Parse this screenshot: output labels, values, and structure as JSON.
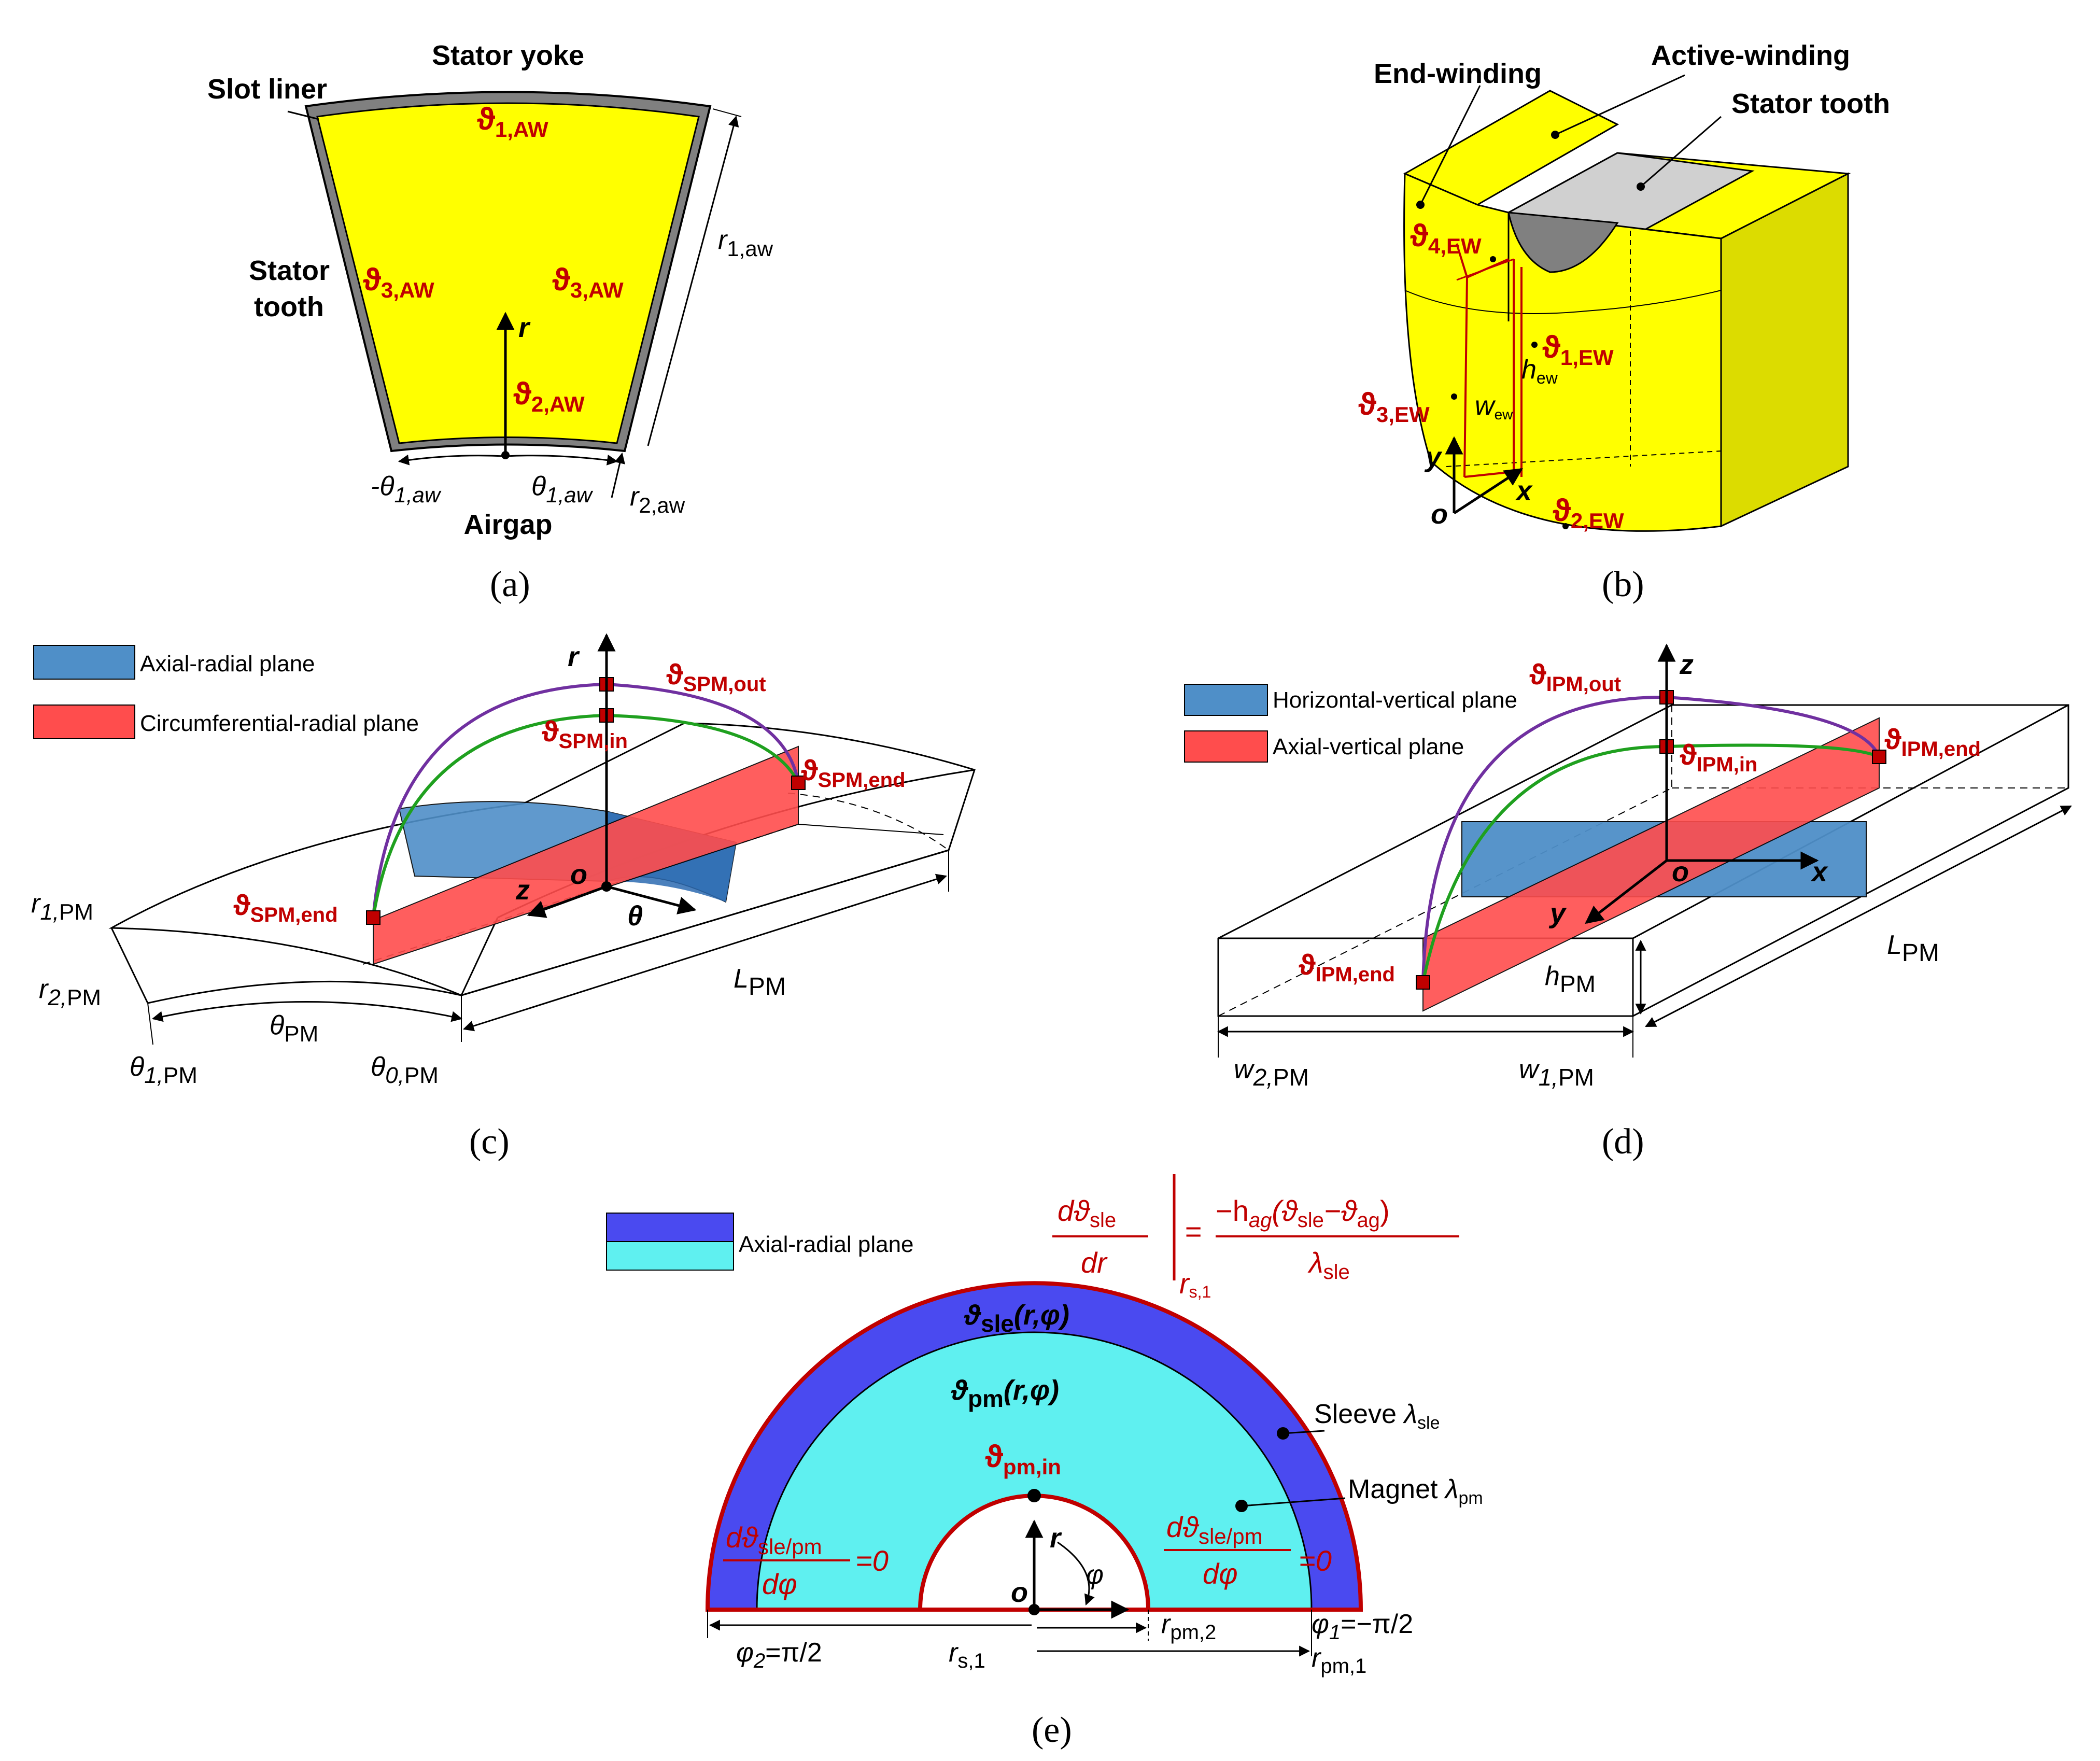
{
  "colors": {
    "winding_yellow": "#ffff00",
    "tooth_gray": "#d0d0d0",
    "temp_red": "#c00000",
    "axial_radial_blue": "#4f8fc8",
    "circ_radial_red": "#ff4d4d",
    "sleeve_blue": "#4a4af0",
    "magnet_cyan": "#5ff0f0",
    "purple_arc": "#7030a0",
    "green_arc": "#1fa01f"
  },
  "panel_a": {
    "caption": "(a)",
    "stator_yoke": "Stator yoke",
    "slot_liner": "Slot liner",
    "stator_tooth_1": "Stator",
    "stator_tooth_2": "tooth",
    "airgap": "Airgap",
    "t1_sym": "ϑ",
    "t1_sub": "1,AW",
    "t3l_sym": "ϑ",
    "t3l_sub": "3,AW",
    "t3r_sym": "ϑ",
    "t3r_sub": "3,AW",
    "t2_sym": "ϑ",
    "t2_sub": "2,AW",
    "r_axis": "r",
    "r1_main": "r",
    "r1_sub": "1,aw",
    "r2_main": "r",
    "r2_sub": "2,aw",
    "theta_neg": "-θ",
    "theta_neg_sub": "1,aw",
    "theta_pos": "θ",
    "theta_pos_sub": "1,aw"
  },
  "panel_b": {
    "caption": "(b)",
    "end_winding": "End-winding",
    "active_winding": "Active-winding",
    "stator_tooth": "Stator tooth",
    "t4_sym": "ϑ",
    "t4_sub": "4,EW",
    "t1_sym": "ϑ",
    "t1_sub": "1,EW",
    "t3_sym": "ϑ",
    "t3_sub": "3,EW",
    "t2_sym": "ϑ",
    "t2_sub": "2,EW",
    "h_main": "h",
    "h_sub": "ew",
    "w_main": "w",
    "w_sub": "ew",
    "y_axis": "y",
    "x_axis": "x",
    "origin": "o"
  },
  "panel_c": {
    "caption": "(c)",
    "legend_blue": "Axial-radial plane",
    "legend_red": "Circumferential-radial plane",
    "r_axis": "r",
    "z_axis": "z",
    "theta_axis": "θ",
    "origin": "o",
    "t_out_sym": "ϑ",
    "t_out_sub": "SPM,out",
    "t_in_sym": "ϑ",
    "t_in_sub": "SPM,in",
    "t_end_r_sym": "ϑ",
    "t_end_r_sub": "SPM,end",
    "t_end_l_sym": "ϑ",
    "t_end_l_sub": "SPM,end",
    "r1_main": "r",
    "r1_sub": "1,",
    "r1_pm": "PM",
    "r2_main": "r",
    "r2_sub": "2,",
    "r2_pm": "PM",
    "thetapm_main": "θ",
    "thetapm_sub": "PM",
    "theta1_main": "θ",
    "theta1_sub": "1,",
    "theta1_pm": "PM",
    "theta0_main": "θ",
    "theta0_sub": "0,",
    "theta0_pm": "PM",
    "L_main": "L",
    "L_sub": "PM"
  },
  "panel_d": {
    "caption": "(d)",
    "legend_blue": "Horizontal-vertical plane",
    "legend_red": "Axial-vertical plane",
    "z_axis": "z",
    "x_axis": "x",
    "y_axis": "y",
    "origin": "o",
    "t_out_sym": "ϑ",
    "t_out_sub": "IPM,out",
    "t_in_sym": "ϑ",
    "t_in_sub": "IPM,in",
    "t_end_r_sym": "ϑ",
    "t_end_r_sub": "IPM,end",
    "t_end_l_sym": "ϑ",
    "t_end_l_sub": "IPM,end",
    "h_main": "h",
    "h_sub": "PM",
    "L_main": "L",
    "L_sub": "PM",
    "w2_main": "w",
    "w2_sub": "2,",
    "w2_pm": "PM",
    "w1_main": "w",
    "w1_sub": "1,",
    "w1_pm": "PM"
  },
  "panel_e": {
    "caption": "(e)",
    "legend": "Axial-radial plane",
    "sle_field": "ϑ",
    "sle_field_sub": "sle",
    "sle_field_args": "(r,φ)",
    "pm_field": "ϑ",
    "pm_field_sub": "pm",
    "pm_field_args": "(r,φ)",
    "pm_in_sym": "ϑ",
    "pm_in_sub": "pm,in",
    "sleeve_label": "Sleeve ",
    "sleeve_lambda": "λ",
    "sleeve_lambda_sub": "sle",
    "magnet_label": "Magnet ",
    "magnet_lambda": "λ",
    "magnet_lambda_sub": "pm",
    "bc_top_num_d": "dϑ",
    "bc_top_num_sub": "sle",
    "bc_top_den": "dr",
    "bc_top_eval_sub": "r",
    "bc_top_eval_sub2": "s,1",
    "bc_top_rhs_num": "−h",
    "bc_top_rhs_num_sub": "ag",
    "bc_top_rhs_num_rest": "(ϑ",
    "bc_top_rhs_num_sub2": "sle",
    "bc_top_rhs_num_mid": "−ϑ",
    "bc_top_rhs_num_sub3": "ag",
    "bc_top_rhs_num_end": ")",
    "bc_top_rhs_den": "λ",
    "bc_top_rhs_den_sub": "sle",
    "bc_side_num": "dϑ",
    "bc_side_num_sub": "sle/pm",
    "bc_side_den": "dφ",
    "bc_side_eq": "=0",
    "r_axis": "r",
    "phi": "φ",
    "origin": "o",
    "rpm2_main": "r",
    "rpm2_sub": "pm,2",
    "rpm1_main": "r",
    "rpm1_sub": "pm,1",
    "rs1_main": "r",
    "rs1_sub": "s,1",
    "phi2": "φ",
    "phi2_sub": "2",
    "phi2_val": "=π/2",
    "phi1": "φ",
    "phi1_sub": "1",
    "phi1_val": "=−π/2"
  }
}
